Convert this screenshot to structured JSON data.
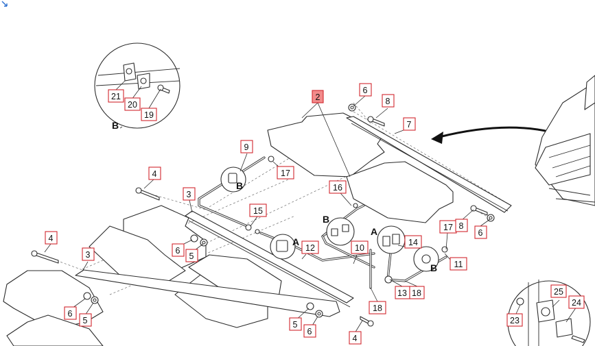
{
  "colors": {
    "callout_border": "#d2272e",
    "callout_highlight": "#f28b8b",
    "line": "#2b2b2b"
  },
  "icons": {
    "cursor": "resize-arrow-icon"
  },
  "callouts": [
    {
      "id": "c2",
      "text": "2",
      "highlight": true
    },
    {
      "id": "c6a",
      "text": "6"
    },
    {
      "id": "c8a",
      "text": "8"
    },
    {
      "id": "c7",
      "text": "7"
    },
    {
      "id": "c9",
      "text": "9"
    },
    {
      "id": "c17a",
      "text": "17"
    },
    {
      "id": "c4a",
      "text": "4"
    },
    {
      "id": "c3a",
      "text": "3"
    },
    {
      "id": "c15",
      "text": "15"
    },
    {
      "id": "c16",
      "text": "16"
    },
    {
      "id": "c12",
      "text": "12"
    },
    {
      "id": "c10",
      "text": "10"
    },
    {
      "id": "c14",
      "text": "14"
    },
    {
      "id": "c17b",
      "text": "17"
    },
    {
      "id": "c8b",
      "text": "8"
    },
    {
      "id": "c6b",
      "text": "6"
    },
    {
      "id": "c11",
      "text": "11"
    },
    {
      "id": "c4b",
      "text": "4"
    },
    {
      "id": "c6c",
      "text": "6"
    },
    {
      "id": "c5a",
      "text": "5"
    },
    {
      "id": "c3b",
      "text": "3"
    },
    {
      "id": "c6d",
      "text": "6"
    },
    {
      "id": "c5b",
      "text": "5"
    },
    {
      "id": "c13",
      "text": "13"
    },
    {
      "id": "c18a",
      "text": "18"
    },
    {
      "id": "c18b",
      "text": "18"
    },
    {
      "id": "c5c",
      "text": "5"
    },
    {
      "id": "c6e",
      "text": "6"
    },
    {
      "id": "c4c",
      "text": "4"
    },
    {
      "id": "c21",
      "text": "21"
    },
    {
      "id": "c20",
      "text": "20"
    },
    {
      "id": "c19",
      "text": "19"
    },
    {
      "id": "c25",
      "text": "25"
    },
    {
      "id": "c24",
      "text": "24"
    },
    {
      "id": "c23",
      "text": "23"
    }
  ],
  "view_labels": [
    {
      "id": "lb1",
      "text": "B"
    },
    {
      "id": "lb2",
      "text": "B"
    },
    {
      "id": "la1",
      "text": "A"
    },
    {
      "id": "lb3",
      "text": "B"
    },
    {
      "id": "la2",
      "text": "A"
    },
    {
      "id": "lb4",
      "text": "B"
    }
  ]
}
